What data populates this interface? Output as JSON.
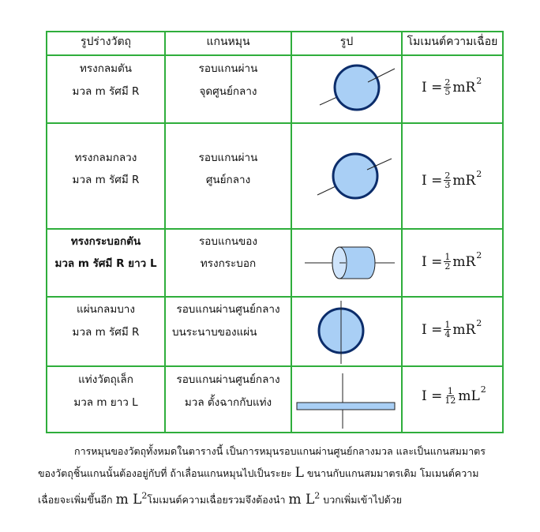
{
  "table": {
    "headers": [
      "รูปร่างวัตถุ",
      "แกนหมุน",
      "รูป",
      "โมเมนต์ความเฉื่อย"
    ],
    "rows": [
      {
        "object": [
          "ทรงกลมตัน",
          "มวล  m  รัศมี  R"
        ],
        "axis": [
          "รอบแกนผ่าน",
          "จุดศูนย์กลาง"
        ],
        "figure_icon": "solid-sphere-icon",
        "formula": {
          "lhs": "I =",
          "num": "2",
          "den": "5",
          "var": "mR",
          "exp": "2"
        }
      },
      {
        "object": [
          "ทรงกลมกลวง",
          "มวล  m  รัศมี  R"
        ],
        "axis": [
          "รอบแกนผ่าน",
          "ศูนย์กลาง"
        ],
        "figure_icon": "hollow-sphere-icon",
        "formula": {
          "lhs": "I =",
          "num": "2",
          "den": "3",
          "var": "mR",
          "exp": "2"
        }
      },
      {
        "object": [
          "ทรงกระบอกตัน",
          "มวล m รัศมี R ยาว L"
        ],
        "axis": [
          "รอบแกนของ",
          "ทรงกระบอก"
        ],
        "figure_icon": "cylinder-icon",
        "formula": {
          "lhs": "I =",
          "num": "1",
          "den": "2",
          "var": "mR",
          "exp": "2"
        }
      },
      {
        "object": [
          "แผ่นกลมบาง",
          "มวล  m  รัศมี  R"
        ],
        "axis": [
          "รอบแกนผ่านศูนย์กลาง",
          "บนระนาบของแผ่น"
        ],
        "figure_icon": "thin-disk-icon",
        "formula": {
          "lhs": "I =",
          "num": "1",
          "den": "4",
          "var": "mR",
          "exp": "2"
        }
      },
      {
        "object": [
          "แท่งวัตถุเล็ก",
          "มวล  m  ยาว  L"
        ],
        "axis": [
          "รอบแกนผ่านศูนย์กลาง",
          "มวล  ตั้งฉากกับแท่ง"
        ],
        "figure_icon": "thin-rod-icon",
        "formula": {
          "lhs": "I =",
          "num": "1",
          "den": "12",
          "var": "mL",
          "exp": "2"
        }
      }
    ]
  },
  "colors": {
    "grid": "#2fae3c",
    "shape_fill": "#a9cff5",
    "shape_stroke": "#0c2d6b"
  },
  "paragraph": {
    "line1": "การหมุนของวัตถุทั้งหมดในตารางนี้  เป็นการหมุนรอบแกนผ่านศูนย์กลางมวล  และเป็นแกนสมมาตร",
    "line2_a": "ของวัตถุชิ้นแกนนั้นต้องอยู่กับที่  ถ้าเลื่อนแกนหมุนไปเป็นระยะ ",
    "line2_var": "L",
    "line2_b": " ขนานกับแกนสมมาตรเดิม  โมเมนต์ความ",
    "line3_a": "เฉื่อยจะเพิ่มขึ้นอีก ",
    "line3_term1": "m L",
    "line3_exp1": "2",
    "line3_b": "โมเมนต์ความเฉื่อยรวมจึงต้องนำ ",
    "line3_term2": "m L",
    "line3_exp2": "2",
    "line3_c": " บวกเพิ่มเข้าไปด้วย"
  }
}
